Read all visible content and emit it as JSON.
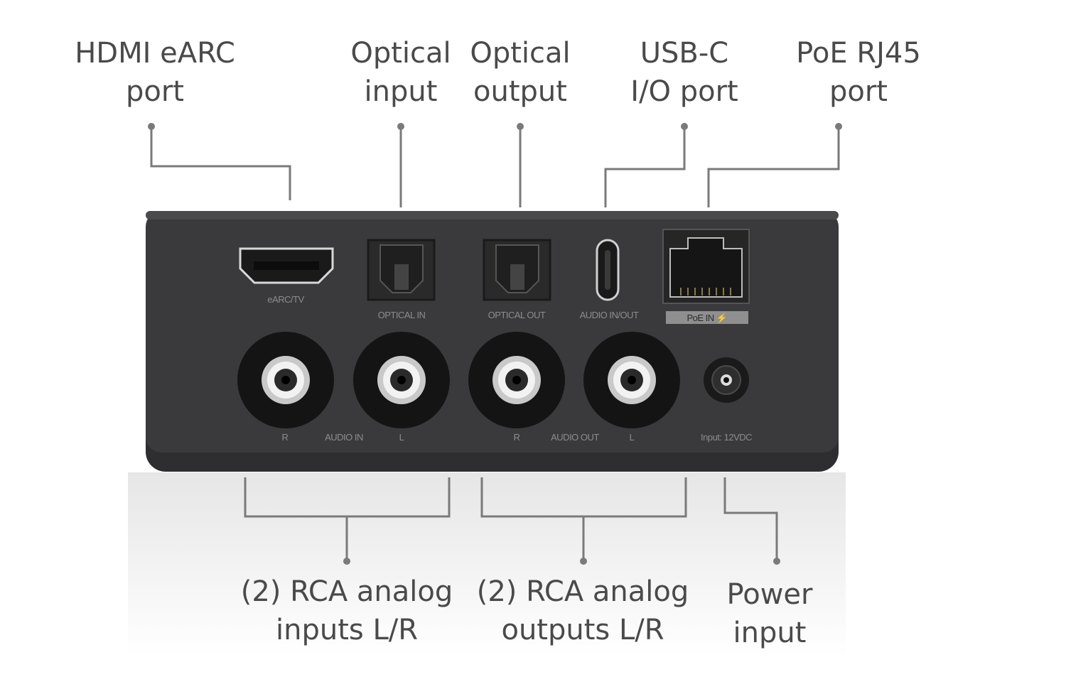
{
  "callouts": {
    "hdmi": {
      "line1": "HDMI eARC",
      "line2": "port"
    },
    "optical_in": {
      "line1": "Optical",
      "line2": "input"
    },
    "optical_out": {
      "line1": "Optical",
      "line2": "output"
    },
    "usb_c": {
      "line1": "USB-C",
      "line2": "I/O port"
    },
    "poe": {
      "line1": "PoE RJ45",
      "line2": "port"
    },
    "rca_in": {
      "line1": "(2) RCA analog",
      "line2": "inputs L/R"
    },
    "rca_out": {
      "line1": "(2) RCA analog",
      "line2": "outputs L/R"
    },
    "power": {
      "line1": "Power",
      "line2": "input"
    }
  },
  "device_labels": {
    "hdmi": "eARC/TV",
    "optical_in": "OPTICAL IN",
    "optical_out": "OPTICAL OUT",
    "usb": "AUDIO IN/OUT",
    "poe": "PoE IN ⚡",
    "audio_in_r": "R",
    "audio_in": "AUDIO IN",
    "audio_in_l": "L",
    "audio_out_r": "R",
    "audio_out": "AUDIO OUT",
    "audio_out_l": "L",
    "power": "Input: 12VDC"
  },
  "colors": {
    "device_body": "#3a3a3c",
    "leader_line": "#7a7a7a",
    "label_text": "#4a4a4a"
  }
}
